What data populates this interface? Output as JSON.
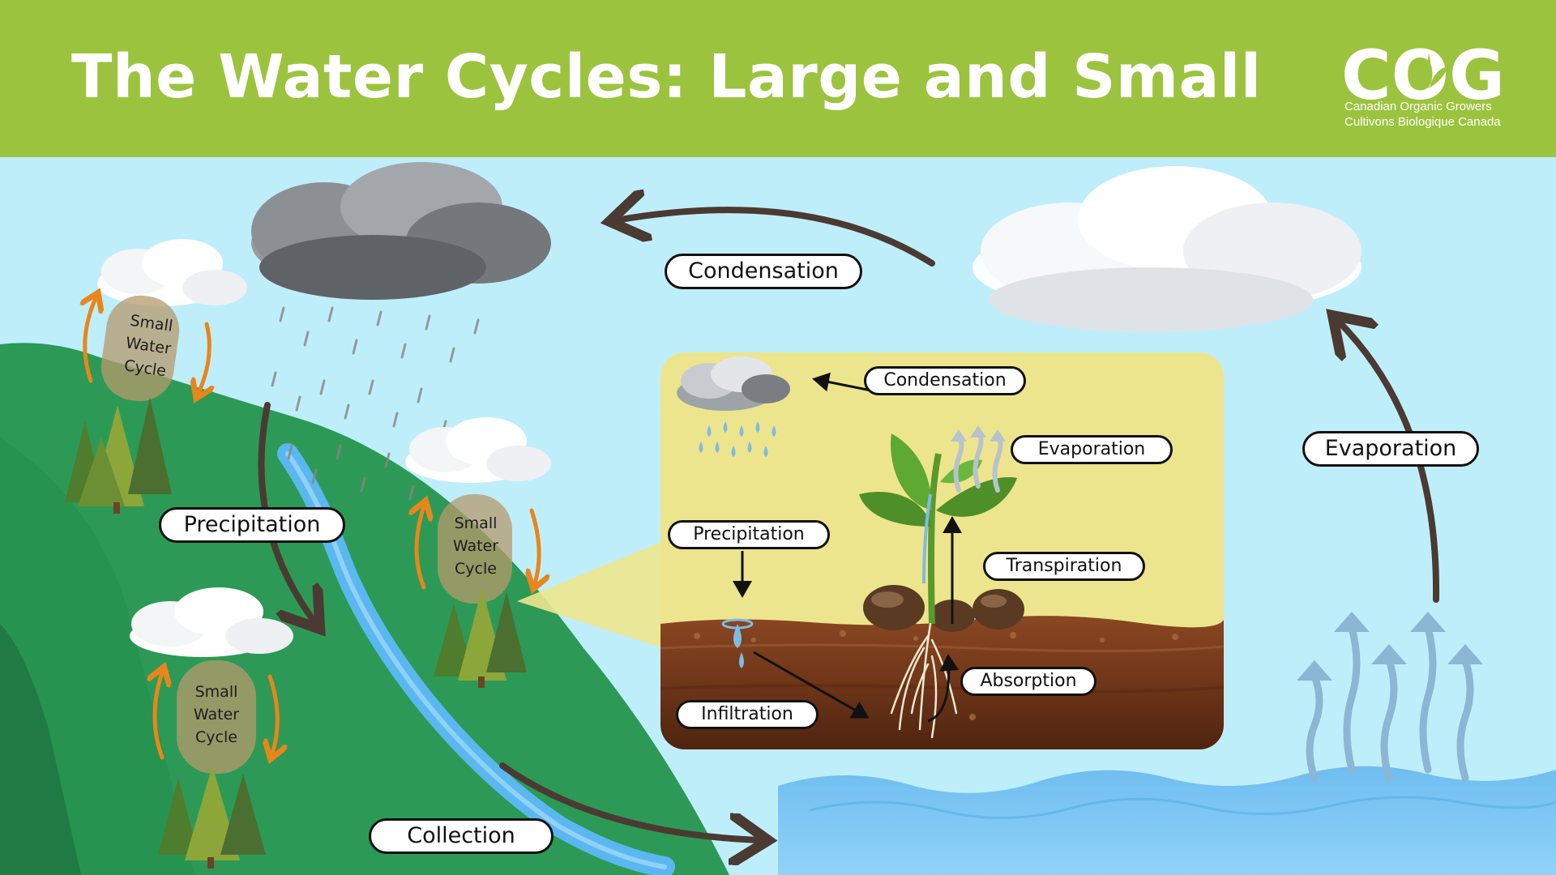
{
  "header": {
    "title": "The Water Cycles: Large and Small",
    "background_color": "#9cc33e"
  },
  "logo": {
    "mark": "COG",
    "line1": "Canadian Organic Growers",
    "line2": "Cultivons Biologique Canada"
  },
  "large_cycle": {
    "condensation": "Condensation",
    "evaporation": "Evaporation",
    "precipitation": "Precipitation",
    "collection": "Collection"
  },
  "small_cycles": [
    {
      "lines": [
        "Small",
        "Water",
        "Cycle"
      ]
    },
    {
      "lines": [
        "Small",
        "Water",
        "Cycle"
      ]
    },
    {
      "lines": [
        "Small",
        "Water",
        "Cycle"
      ]
    }
  ],
  "inset": {
    "condensation": "Condensation",
    "evaporation": "Evaporation",
    "precipitation": "Precipitation",
    "transpiration": "Transpiration",
    "absorption": "Absorption",
    "infiltration": "Infiltration"
  },
  "colors": {
    "sky": "#bfeefb",
    "hill": "#2c9a56",
    "hill_dark": "#1f7a43",
    "water": "#7ec8f5",
    "river": "#5bb7f0",
    "inset_bg": "#ede58d",
    "soil": "#7a3e1e",
    "arrow": "#4a3a32",
    "small_cycle_arrow": "#e8861b"
  },
  "icons": [
    "rain-cloud-icon",
    "cloud-icon",
    "pine-tree-icon",
    "plant-icon",
    "rock-icon",
    "roots-icon",
    "steam-arrow-icon"
  ]
}
